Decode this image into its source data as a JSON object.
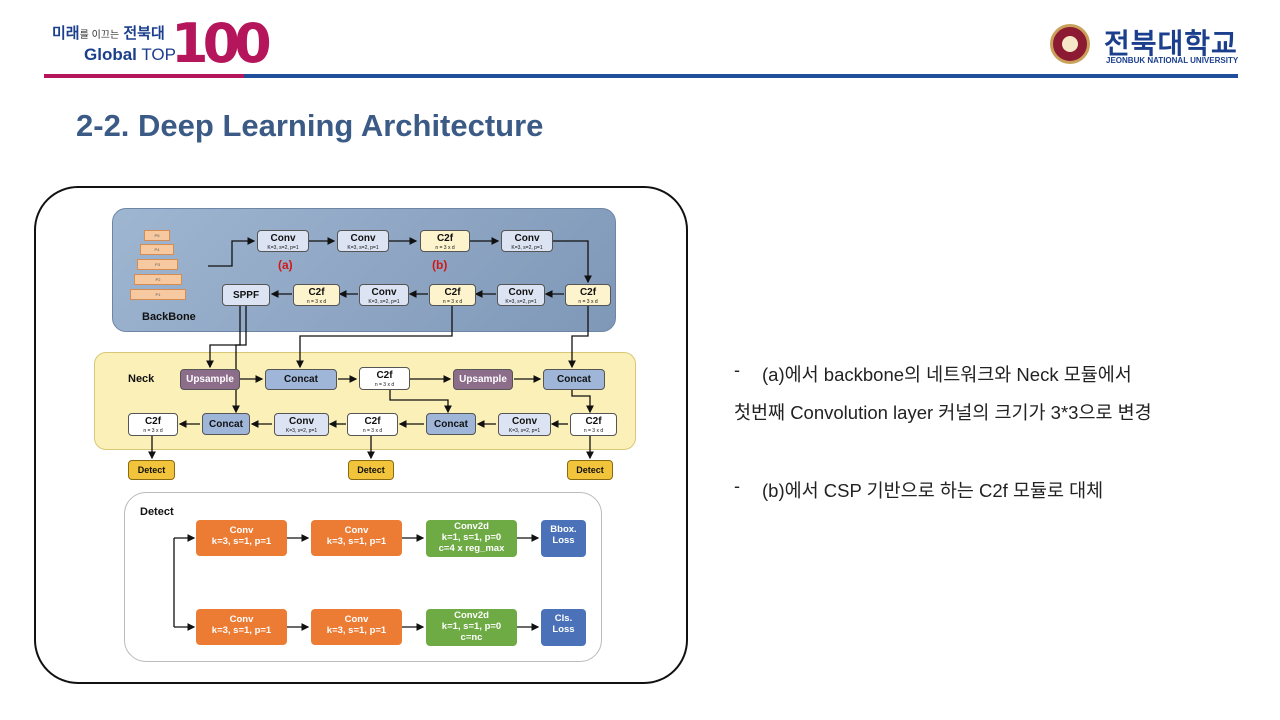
{
  "header": {
    "logo_left": {
      "line1_kr": "미래",
      "line1_small": "를 이끄는",
      "line1_kr2": "전북대",
      "line2_bold": "Global",
      "line2_thin": " TOP",
      "number": "100"
    },
    "logo_right": {
      "kr": "전북대학교",
      "en": "JEONBUK NATIONAL UNIVERSITY"
    },
    "colors": {
      "accent_red": "#b5155b",
      "accent_blue": "#1f4f9a"
    }
  },
  "title": "2-2. Deep Learning Architecture",
  "diagram": {
    "backbone": {
      "label": "BackBone",
      "pyramid": [
        "P5",
        "P4",
        "P3",
        "P2",
        "P1"
      ],
      "row1": [
        {
          "name": "Conv",
          "sub": "K=3, s=2, p=1"
        },
        {
          "name": "Conv",
          "sub": "K=3, s=2, p=1"
        },
        {
          "name": "C2f",
          "sub": "n = 3 x d"
        },
        {
          "name": "Conv",
          "sub": "K=3, s=2, p=1"
        }
      ],
      "row2": [
        {
          "name": "SPPF",
          "sub": ""
        },
        {
          "name": "C2f",
          "sub": "n = 3 x d"
        },
        {
          "name": "Conv",
          "sub": "K=3, s=2, p=1"
        },
        {
          "name": "C2f",
          "sub": "n = 3 x d"
        },
        {
          "name": "Conv",
          "sub": "K=3, s=2, p=1"
        },
        {
          "name": "C2f",
          "sub": "n = 3 x d"
        }
      ],
      "tag_a": "(a)",
      "tag_b": "(b)"
    },
    "neck": {
      "label": "Neck",
      "row1": [
        {
          "name": "Upsample"
        },
        {
          "name": "Concat"
        },
        {
          "name": "C2f",
          "sub": "n = 3 x d"
        },
        {
          "name": "Upsample"
        },
        {
          "name": "Concat"
        }
      ],
      "row2": [
        {
          "name": "C2f",
          "sub": "n = 3 x d"
        },
        {
          "name": "Concat"
        },
        {
          "name": "Conv",
          "sub": "K=3, s=2, p=1"
        },
        {
          "name": "C2f",
          "sub": "n = 3 x d"
        },
        {
          "name": "Concat"
        },
        {
          "name": "Conv",
          "sub": "K=3, s=2, p=1"
        },
        {
          "name": "C2f",
          "sub": "n = 3 x d"
        }
      ]
    },
    "detect_outputs": [
      "Detect",
      "Detect",
      "Detect"
    ],
    "detect": {
      "label": "Detect",
      "row1": [
        {
          "name": "Conv",
          "l2": "k=3, s=1, p=1"
        },
        {
          "name": "Conv",
          "l2": "k=3, s=1, p=1"
        },
        {
          "name": "Conv2d",
          "l2": "k=1, s=1, p=0",
          "l3": "c=4 x reg_max"
        },
        {
          "name": "Bbox.",
          "l2": "Loss"
        }
      ],
      "row2": [
        {
          "name": "Conv",
          "l2": "k=3, s=1, p=1"
        },
        {
          "name": "Conv",
          "l2": "k=3, s=1, p=1"
        },
        {
          "name": "Conv2d",
          "l2": "k=1, s=1, p=0",
          "l3": "c=nc"
        },
        {
          "name": "Cls.",
          "l2": "Loss"
        }
      ]
    }
  },
  "bullets": {
    "dash": "-",
    "b1_line1": "(a)에서 backbone의 네트워크와 Neck 모듈에서",
    "b1_line2": "첫번째 Convolution layer 커널의 크기가 3*3으로 변경",
    "b2_line1": "(b)에서 CSP 기반으로 하는 C2f 모듈로 대체"
  }
}
